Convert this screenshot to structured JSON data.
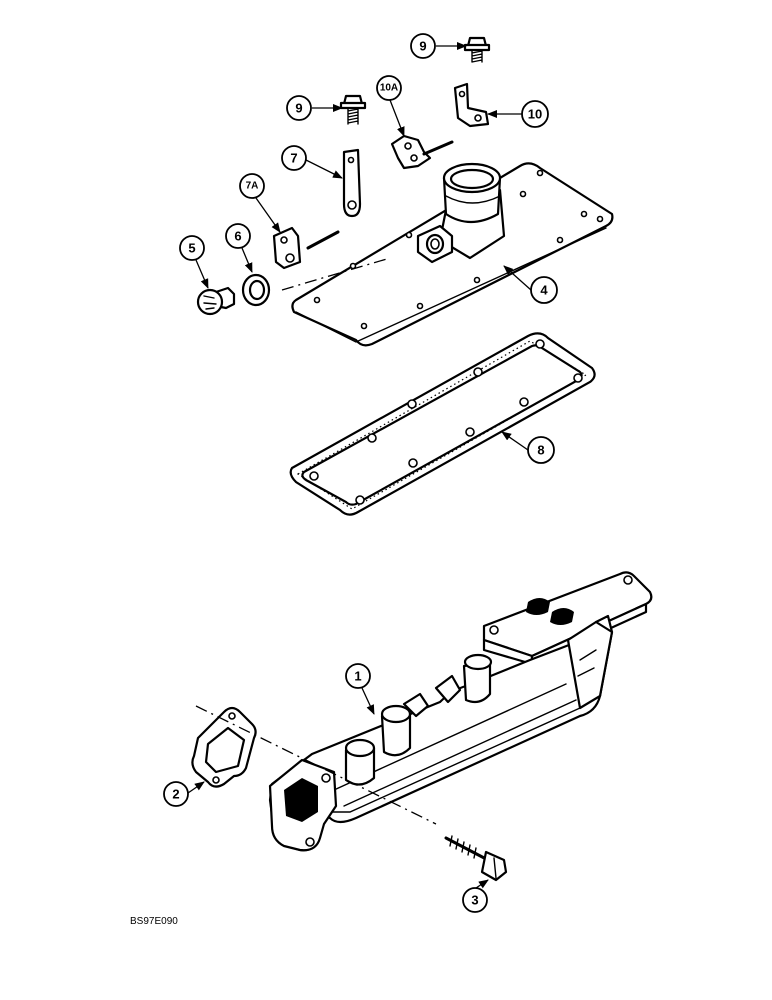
{
  "callouts": {
    "c1": "1",
    "c2": "2",
    "c3": "3",
    "c4": "4",
    "c5": "5",
    "c6": "6",
    "c7": "7",
    "c7a": "7A",
    "c8": "8",
    "c9a": "9",
    "c9b": "9",
    "c10": "10",
    "c10a": "10A"
  },
  "reference_code": "BS97E090"
}
